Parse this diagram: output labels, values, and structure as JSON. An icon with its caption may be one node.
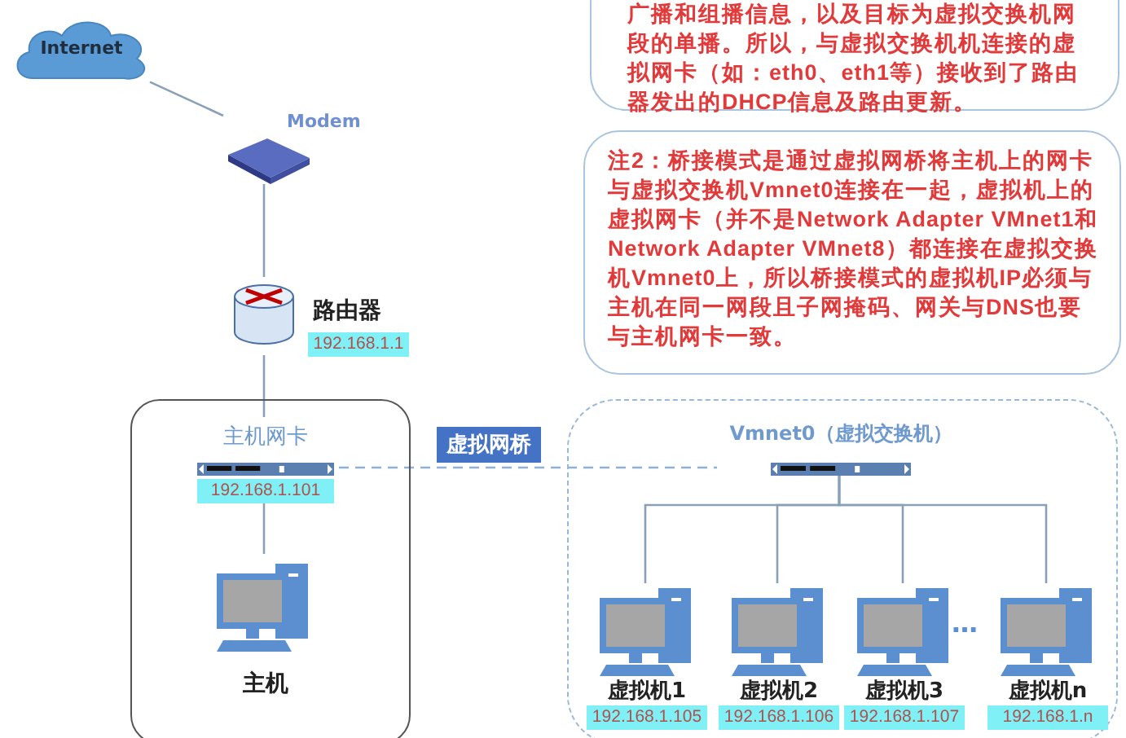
{
  "diagram": {
    "nodes": [
      {
        "text": [
          "Internet"
        ]
      },
      {
        "text": [
          "Modem"
        ]
      },
      {
        "text": [
          "路由器",
          "192.168.1.1"
        ]
      },
      {
        "text": [],
        "shape": "box"
      },
      {
        "text": [
          "主机网卡",
          "192.168.1.101"
        ],
        "in": 3
      },
      {
        "text": [
          "主机"
        ],
        "in": 3
      },
      {
        "text": [],
        "shape": "box"
      },
      {
        "text": [
          "Vmnet0（虚拟交换机）"
        ],
        "in": 6
      },
      {
        "text": [
          "虚拟机1",
          "192.168.1.105"
        ],
        "in": 6
      },
      {
        "text": [
          "虚拟机2",
          "192.168.1.106"
        ],
        "in": 6
      },
      {
        "text": [
          "虚拟机3",
          "192.168.1.107"
        ],
        "in": 6
      },
      {
        "text": [
          "虚拟机n",
          "192.168.1.n"
        ],
        "in": 6
      },
      {
        "text": [
          "广播和组播信息，以及目标为虚拟交换机网段的单播。所以，与虚拟交换机机连接的虚拟网卡（如：eth0、eth1等）接收到了路由器发出的DHCP信息及路由更新。"
        ]
      },
      {
        "text": [
          "注2：桥接模式是通过虚拟网桥将主机上的网卡与虚拟交换机Vmnet0连接在一起，虚拟机上的虚拟网卡（并不是Network Adapter VMnet1和Network Adapter VMnet8）都连接在虚拟交换机Vmnet0上，所以桥接模式的虚拟机IP必须与主机在同一网段且子网掩码、网关与DNS也要与主机网卡一致。"
        ]
      }
    ],
    "edges": [
      {
        "from": 0,
        "to": 1,
        "arrow": "none"
      },
      {
        "from": 1,
        "to": 2,
        "arrow": "none"
      },
      {
        "from": 2,
        "to": 4,
        "arrow": "none"
      },
      {
        "from": 4,
        "to": 5,
        "arrow": "none"
      },
      {
        "from": 4,
        "to": 7,
        "arrow": "none",
        "style": "dashed",
        "label": "虚拟网桥"
      },
      {
        "from": 7,
        "to": 8,
        "arrow": "none"
      },
      {
        "from": 7,
        "to": 9,
        "arrow": "none"
      },
      {
        "from": 7,
        "to": 10,
        "arrow": "none"
      },
      {
        "from": 7,
        "to": 11,
        "arrow": "none"
      }
    ],
    "labels": [
      "…"
    ]
  }
}
